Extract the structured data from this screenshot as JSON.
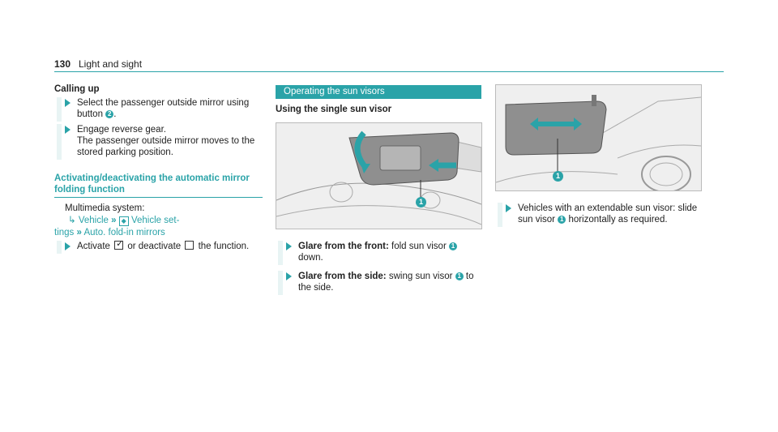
{
  "header": {
    "page_number": "130",
    "title": "Light and sight"
  },
  "col1": {
    "calling_up": "Calling up",
    "step1_text": "Select the passenger outside mirror using",
    "step1_text2": "button",
    "step1_button": "2",
    "step2_line1": "Engage reverse gear.",
    "step2_line2": "The passenger outside mirror moves to the",
    "step2_line3": "stored parking position.",
    "section_title_line1": "Activating/deactivating the automatic mirror",
    "section_title_line2": "folding function",
    "multimedia": "Multimedia system:",
    "nav_vehicle": "Vehicle",
    "nav_vehicle_settings": "Vehicle set-",
    "nav_tings": "tings",
    "nav_auto_fold": "Auto. fold-in mirrors",
    "step3_activate": "Activate",
    "step3_or_deactivate": "or deactivate",
    "step3_function": "the function."
  },
  "col2": {
    "bar_title": "Operating the sun visors",
    "subheading": "Using the single sun visor",
    "figure_callout": "1",
    "item1_bold": "Glare from the front:",
    "item1_text": "fold sun visor",
    "item1_num": "1",
    "item1_tail": "down.",
    "item2_bold": "Glare from the side:",
    "item2_text": "swing sun visor",
    "item2_num": "1",
    "item2_tail1": "to",
    "item2_tail2": "the side."
  },
  "col3": {
    "figure_callout": "1",
    "item_line1": "Vehicles with an extendable sun visor: slide",
    "item_line2_a": "sun visor",
    "item_num": "1",
    "item_line2_b": "horizontally as required."
  },
  "colors": {
    "accent": "#2aa3a8"
  }
}
